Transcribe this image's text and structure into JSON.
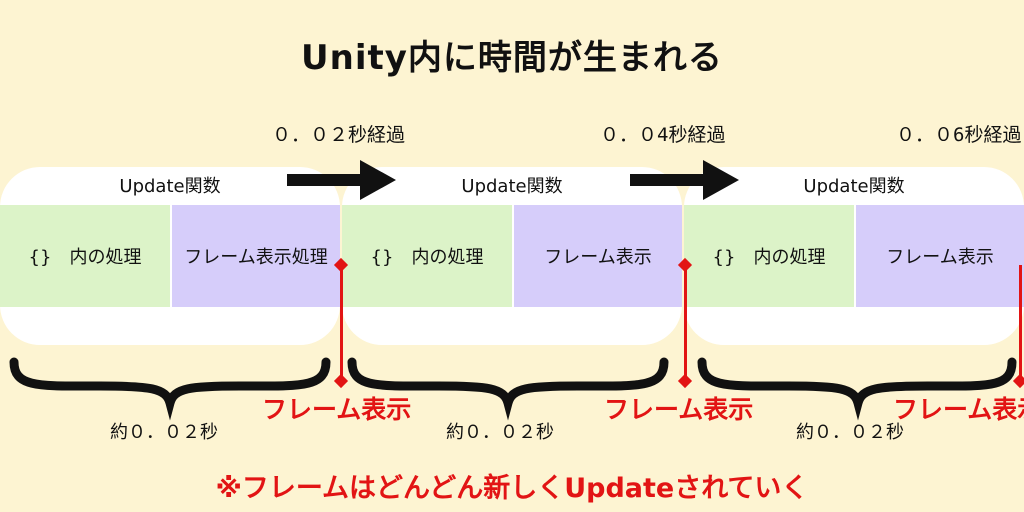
{
  "title": "Unity内に時間が生まれる",
  "elapsed": [
    "０．０２秒経過",
    "０．０4秒経過",
    "０．０6秒経過"
  ],
  "blocks": [
    {
      "function_label": "Update関数",
      "process_label": "{}　内の処理",
      "frame_label": "フレーム表示処理",
      "approx_label": "約０．０２秒",
      "marker_label": "フレーム表示"
    },
    {
      "function_label": "Update関数",
      "process_label": "{}　内の処理",
      "frame_label": "フレーム表示",
      "approx_label": "約０．０２秒",
      "marker_label": "フレーム表示"
    },
    {
      "function_label": "Update関数",
      "process_label": "{}　内の処理",
      "frame_label": "フレーム表示",
      "approx_label": "約０．０２秒",
      "marker_label": "フレーム表示"
    }
  ],
  "footnote": "※フレームはどんどん新しくUpdateされていく",
  "colors": {
    "background": "#fdf4d2",
    "process": "#dcf3c8",
    "frame": "#d6cdfa",
    "accent_red": "#e21414"
  }
}
